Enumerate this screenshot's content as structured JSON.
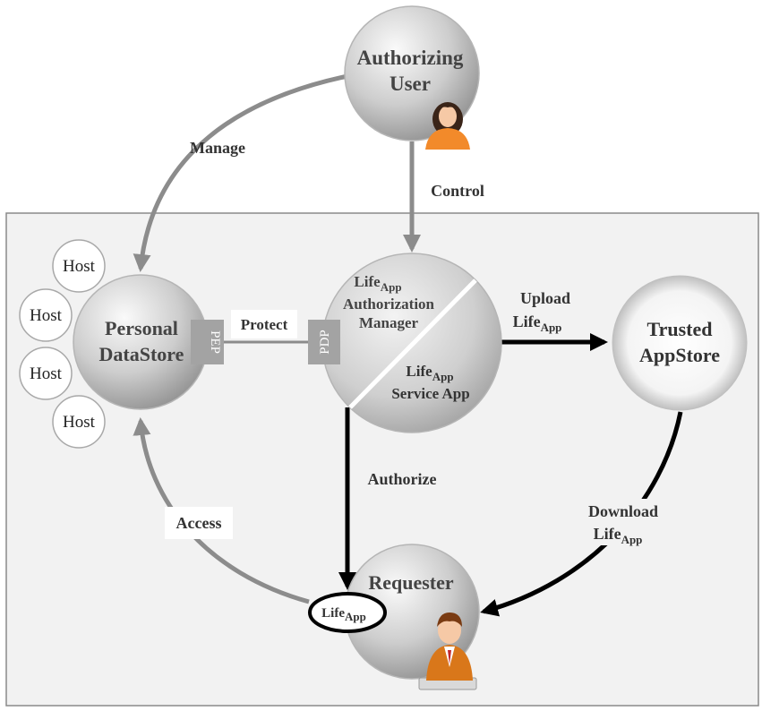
{
  "authorizing_user": {
    "line1": "Authorizing",
    "line2": "User"
  },
  "personal_datastore": {
    "line1": "Personal",
    "line2": "DataStore"
  },
  "auth_manager": {
    "life": "Life",
    "app_sub": "App",
    "line2": "Authorization",
    "line3": "Manager",
    "service_life": "Life",
    "service_app_sub": "App",
    "service_line2": "Service App"
  },
  "trusted_appstore": {
    "line1": "Trusted",
    "line2": "AppStore"
  },
  "requester": {
    "title": "Requester",
    "badge_life": "Life",
    "badge_sub": "App"
  },
  "hosts": [
    "Host",
    "Host",
    "Host",
    "Host"
  ],
  "pep_label": "PEP",
  "pdp_label": "PDP",
  "edges": {
    "manage": "Manage",
    "control": "Control",
    "protect": "Protect",
    "upload_line1": "Upload",
    "upload_life": "Life",
    "upload_sub": "App",
    "authorize": "Authorize",
    "download_line1": "Download",
    "download_life": "Life",
    "download_sub": "App",
    "access": "Access"
  }
}
